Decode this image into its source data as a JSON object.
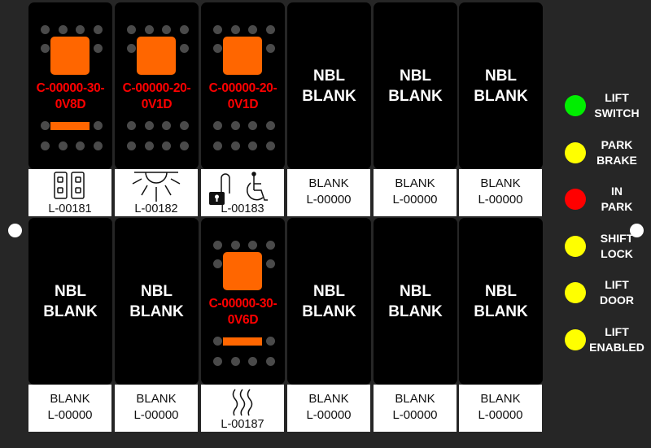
{
  "colors": {
    "orange": "#ff6600",
    "code_red": "#ff0000",
    "green": "#00ee00",
    "yellow": "#ffff00",
    "red": "#ff0000"
  },
  "switches": [
    {
      "type": "lit",
      "code": [
        "C-00000-30-",
        "0V8D"
      ],
      "bar": true,
      "label_icon": "dual-window-icon",
      "label_code": "L-00181"
    },
    {
      "type": "lit",
      "code": [
        "C-00000-20-",
        "0V1D"
      ],
      "bar": false,
      "label_icon": "dome-light-icon",
      "label_code": "L-00182"
    },
    {
      "type": "lit",
      "code": [
        "C-00000-20-",
        "0V1D"
      ],
      "bar": false,
      "label_icon": "lock-wheelchair-icon",
      "label_code": "L-00183"
    },
    {
      "type": "nbl",
      "text": [
        "NBL",
        "BLANK"
      ],
      "label_text": "BLANK",
      "label_code": "L-00000"
    },
    {
      "type": "nbl",
      "text": [
        "NBL",
        "BLANK"
      ],
      "label_text": "BLANK",
      "label_code": "L-00000"
    },
    {
      "type": "nbl",
      "text": [
        "NBL",
        "BLANK"
      ],
      "label_text": "BLANK",
      "label_code": "L-00000"
    },
    {
      "type": "nbl",
      "text": [
        "NBL",
        "BLANK"
      ],
      "label_text": "BLANK",
      "label_code": "L-00000"
    },
    {
      "type": "nbl",
      "text": [
        "NBL",
        "BLANK"
      ],
      "label_text": "BLANK",
      "label_code": "L-00000"
    },
    {
      "type": "lit",
      "code": [
        "C-00000-30-",
        "0V6D"
      ],
      "bar": true,
      "label_icon": "heat-waves-icon",
      "label_code": "L-00187"
    },
    {
      "type": "nbl",
      "text": [
        "NBL",
        "BLANK"
      ],
      "label_text": "BLANK",
      "label_code": "L-00000"
    },
    {
      "type": "nbl",
      "text": [
        "NBL",
        "BLANK"
      ],
      "label_text": "BLANK",
      "label_code": "L-00000"
    },
    {
      "type": "nbl",
      "text": [
        "NBL",
        "BLANK"
      ],
      "label_text": "BLANK",
      "label_code": "L-00000"
    }
  ],
  "indicators": [
    {
      "color": "#00ee00",
      "lines": [
        "LIFT",
        "SWITCH"
      ]
    },
    {
      "color": "#ffff00",
      "lines": [
        "PARK",
        "BRAKE"
      ]
    },
    {
      "color": "#ff0000",
      "lines": [
        "IN",
        "PARK"
      ]
    },
    {
      "color": "#ffff00",
      "lines": [
        "SHIFT",
        "LOCK"
      ]
    },
    {
      "color": "#ffff00",
      "lines": [
        "LIFT",
        "DOOR"
      ]
    },
    {
      "color": "#ffff00",
      "lines": [
        "LIFT",
        "ENABLED"
      ]
    }
  ]
}
